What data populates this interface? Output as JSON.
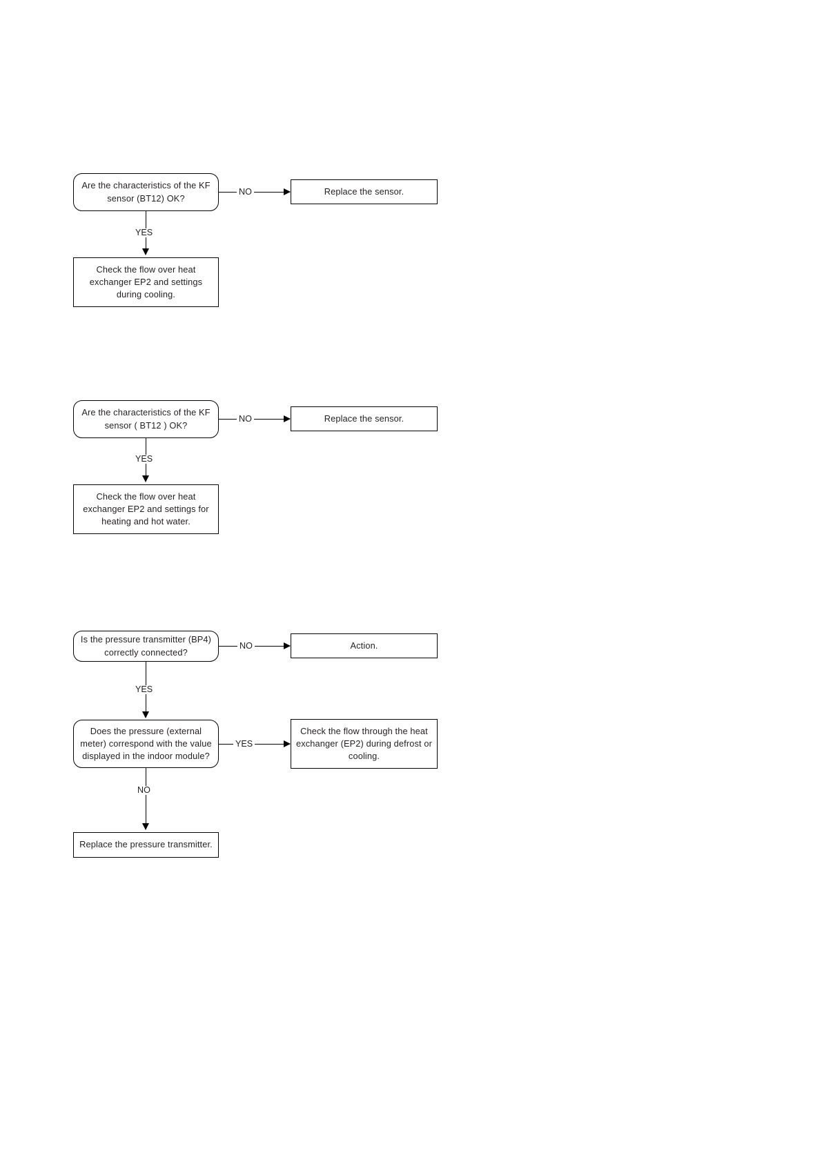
{
  "document": {
    "type": "troubleshooting-flowchart-page",
    "background_color": "#ffffff",
    "line_color": "#000000",
    "text_color": "#231f20"
  },
  "flowcharts": [
    {
      "id": "chart-1",
      "nodes": {
        "decision": "Are the characteristics of the KF\nsensor (BT12) OK?",
        "no_action": "Replace the sensor.",
        "yes_action": "Check the flow over heat\nexchanger EP2 and settings\nduring cooling."
      },
      "edges": {
        "no_label": "NO",
        "yes_label": "YES"
      }
    },
    {
      "id": "chart-2",
      "nodes": {
        "decision": "Are the characteristics of the KF\nsensor ( BT12 ) OK?",
        "no_action": "Replace the sensor.",
        "yes_action": "Check the flow over heat\nexchanger EP2  and settings for\nheating and hot water."
      },
      "edges": {
        "no_label": "NO",
        "yes_label": "YES"
      }
    },
    {
      "id": "chart-3",
      "nodes": {
        "decision_1": "Is the pressure transmitter (BP4)\ncorrectly connected?",
        "decision_1_no_action": "Action.",
        "decision_2": "Does the pressure (external\nmeter) correspond with the value\ndisplayed in the indoor module?",
        "decision_2_yes_action": "Check the flow through the heat\nexchanger (EP2) during defrost or\ncooling.",
        "decision_2_no_action": "Replace the pressure transmitter."
      },
      "edges": {
        "decision_1_no_label": "NO",
        "decision_1_yes_label": "YES",
        "decision_2_yes_label": "YES",
        "decision_2_no_label": "NO"
      }
    }
  ]
}
